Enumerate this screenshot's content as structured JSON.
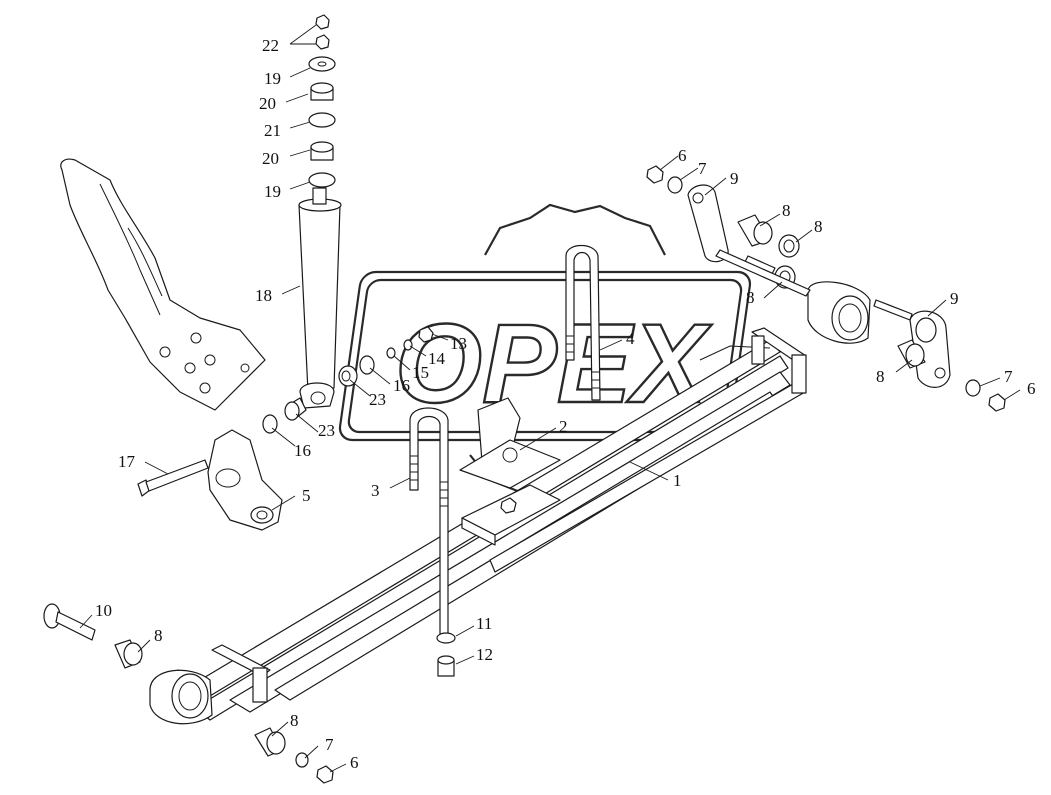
{
  "watermark": {
    "text": "OPEX"
  },
  "labels": [
    {
      "id": "l22",
      "text": "22"
    },
    {
      "id": "l19a",
      "text": "19"
    },
    {
      "id": "l20a",
      "text": "20"
    },
    {
      "id": "l21",
      "text": "21"
    },
    {
      "id": "l20b",
      "text": "20"
    },
    {
      "id": "l19b",
      "text": "19"
    },
    {
      "id": "l18",
      "text": "18"
    },
    {
      "id": "l13",
      "text": "13"
    },
    {
      "id": "l14",
      "text": "14"
    },
    {
      "id": "l15",
      "text": "15"
    },
    {
      "id": "l16a",
      "text": "16"
    },
    {
      "id": "l23a",
      "text": "23"
    },
    {
      "id": "l23b",
      "text": "23"
    },
    {
      "id": "l16b",
      "text": "16"
    },
    {
      "id": "l17",
      "text": "17"
    },
    {
      "id": "l5",
      "text": "5"
    },
    {
      "id": "l4",
      "text": "4"
    },
    {
      "id": "l2",
      "text": "2"
    },
    {
      "id": "l3",
      "text": "3"
    },
    {
      "id": "l1",
      "text": "1"
    },
    {
      "id": "l6a",
      "text": "6"
    },
    {
      "id": "l7a",
      "text": "7"
    },
    {
      "id": "l9a",
      "text": "9"
    },
    {
      "id": "l8a",
      "text": "8"
    },
    {
      "id": "l8b",
      "text": "8"
    },
    {
      "id": "l8c",
      "text": "8"
    },
    {
      "id": "l9b",
      "text": "9"
    },
    {
      "id": "l8d",
      "text": "8"
    },
    {
      "id": "l7b",
      "text": "7"
    },
    {
      "id": "l6b",
      "text": "6"
    },
    {
      "id": "l10",
      "text": "10"
    },
    {
      "id": "l8e",
      "text": "8"
    },
    {
      "id": "l11",
      "text": "11"
    },
    {
      "id": "l12",
      "text": "12"
    },
    {
      "id": "l8f",
      "text": "8"
    },
    {
      "id": "l7c",
      "text": "7"
    },
    {
      "id": "l6c",
      "text": "6"
    }
  ]
}
